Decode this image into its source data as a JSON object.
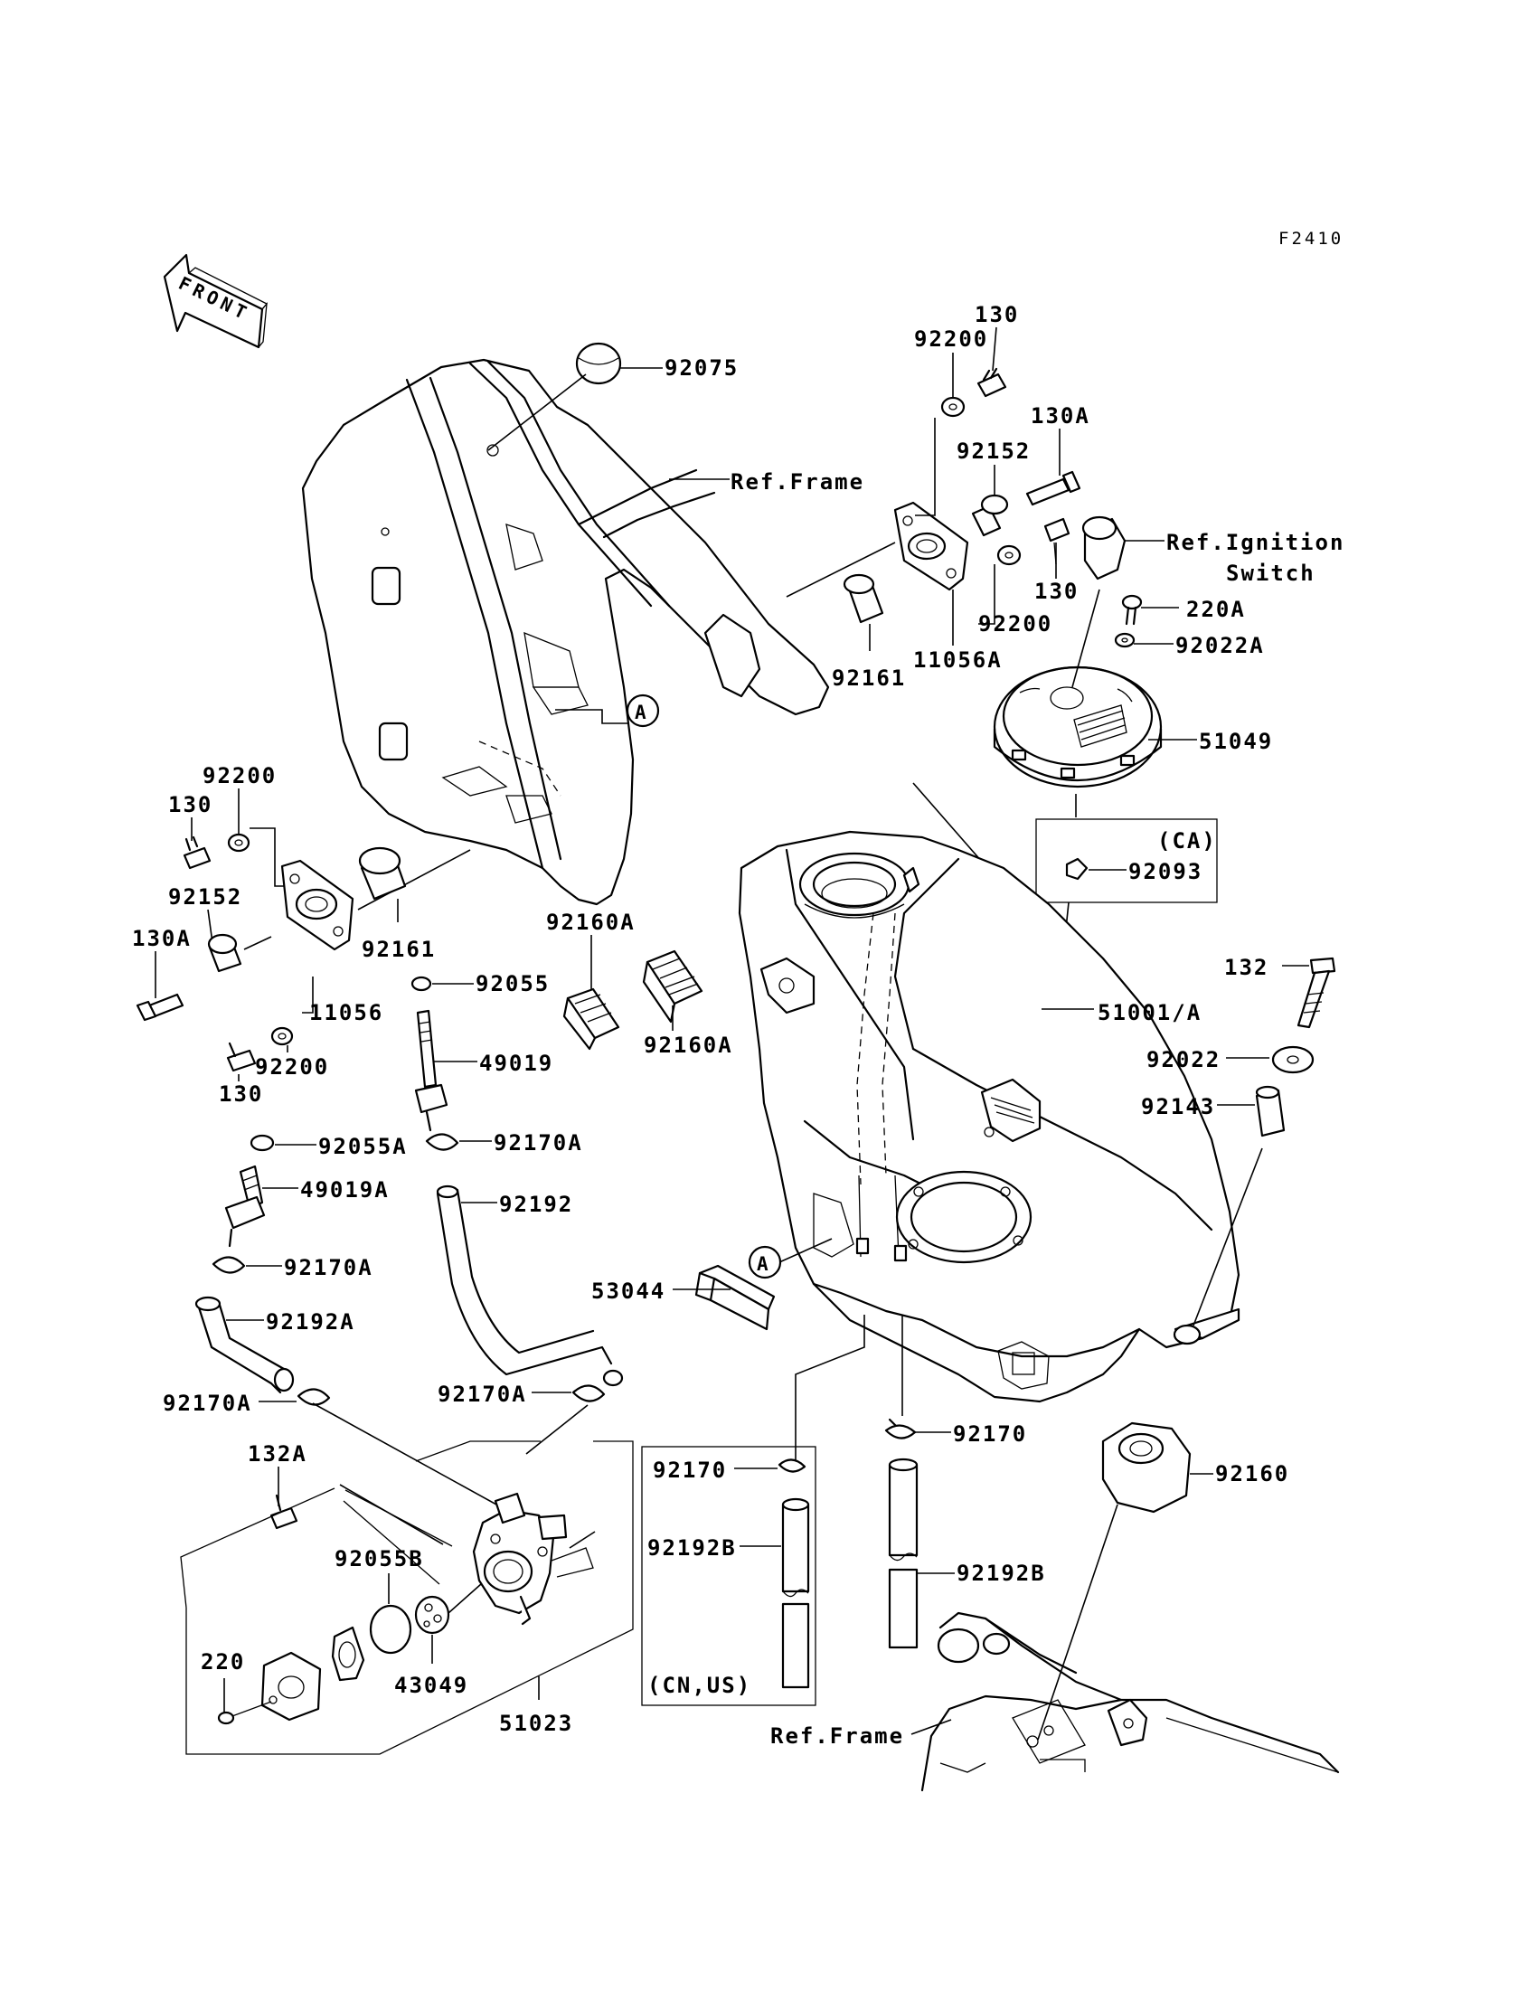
{
  "figure_code": "F2410",
  "front_label": "FRONT",
  "ref_labels": {
    "frame_top": "Ref.Frame",
    "frame_bottom": "Ref.Frame",
    "ignition_1": "Ref.Ignition",
    "ignition_2": "Switch"
  },
  "callouts": {
    "a_upper": "A",
    "a_lower": "A"
  },
  "box_labels": {
    "ca": "(CA)",
    "cn_us": "(CN,US)"
  },
  "parts": {
    "p92075": "92075",
    "p130_top": "130",
    "p92200_top": "92200",
    "p130a_top": "130A",
    "p92152_top": "92152",
    "p130_mid": "130",
    "p92200_mid": "92200",
    "p92161_top": "92161",
    "p11056a": "11056A",
    "p220a": "220A",
    "p92022a": "92022A",
    "p51049": "51049",
    "p92093": "92093",
    "p132": "132",
    "p51001": "51001/A",
    "p92022": "92022",
    "p92143": "92143",
    "p92200_left": "92200",
    "p130_left": "130",
    "p92152_left": "92152",
    "p130a_left": "130A",
    "p92161_left": "92161",
    "p11056": "11056",
    "p130_left2": "130",
    "p92200_left2": "92200",
    "p92160a_1": "92160A",
    "p92160a_2": "92160A",
    "p92055": "92055",
    "p49019": "49019",
    "p92055a": "92055A",
    "p92170a_1": "92170A",
    "p49019a": "49019A",
    "p92192": "92192",
    "p92170a_2": "92170A",
    "p92192a": "92192A",
    "p53044": "53044",
    "p92170a_3": "92170A",
    "p92170a_4": "92170A",
    "p132a": "132A",
    "p92170_r": "92170",
    "p92160": "92160",
    "p92170_l": "92170",
    "p92192b_l": "92192B",
    "p92192b_r": "92192B",
    "p92055b": "92055B",
    "p220": "220",
    "p43049": "43049",
    "p51023": "51023"
  }
}
